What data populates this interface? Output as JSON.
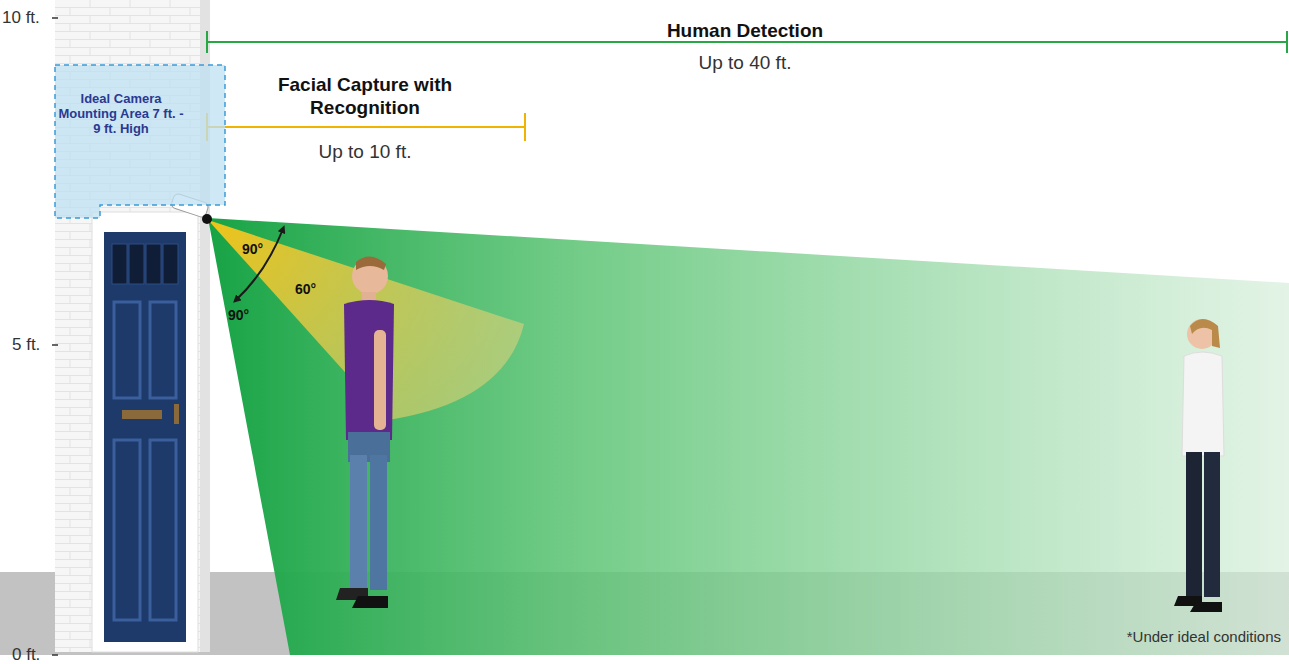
{
  "diagram": {
    "nodes": [
      {
        "text": [
          "Ideal Camera Mounting Area 7 ft. - 9 ft. High"
        ]
      }
    ],
    "labels": [
      "10 ft.",
      "5 ft.",
      "0 ft.",
      "Human Detection",
      "Up to 40 ft.",
      "Facial Capture with Recognition",
      "Up to 10 ft.",
      "90°",
      "60°",
      "90°",
      "*Under ideal conditions"
    ]
  }
}
